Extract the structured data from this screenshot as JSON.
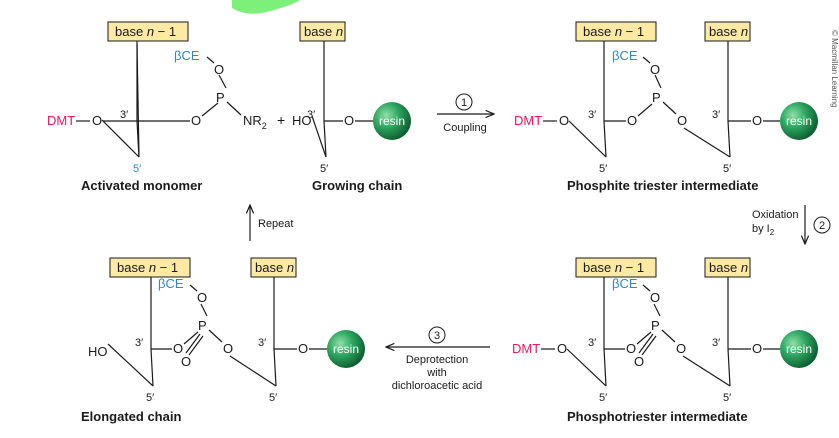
{
  "labels": {
    "base_n_minus_1_prefix": "base ",
    "base_n_minus_1_var": "n",
    "base_n_minus_1_suffix": " − 1",
    "base_n_prefix": "base ",
    "base_n_var": "n",
    "beta_ce": "βCE",
    "dmt": "DMT",
    "ho": "HO",
    "o": "O",
    "p": "P",
    "nr2": "NR",
    "nr2_sub": "2",
    "resin": "resin",
    "three_prime": "3′",
    "five_prime": "5′",
    "plus": "+"
  },
  "captions": {
    "activated_monomer": "Activated monomer",
    "growing_chain": "Growing chain",
    "phosphite_triester": "Phosphite triester intermediate",
    "elongated_chain": "Elongated chain",
    "phosphotriester": "Phosphotriester intermediate"
  },
  "steps": {
    "step1_num": "1",
    "step1_label": "Coupling",
    "step2_num": "2",
    "step2_label_line1": "Oxidation",
    "step2_label_line2": "by I",
    "step2_label_sub": "2",
    "step3_num": "3",
    "step3_label_line1": "Deprotection",
    "step3_label_line2": "with",
    "step3_label_line3": "dichloroacetic acid",
    "repeat_label": "Repeat"
  },
  "copyright": "© Macmillan Learning",
  "colors": {
    "box_fill": "#fbe9a4",
    "blue": "#2a8bc9",
    "pink": "#e8175d",
    "resin_green": "#1e8a4c",
    "highlight_green": "#7df07a"
  }
}
